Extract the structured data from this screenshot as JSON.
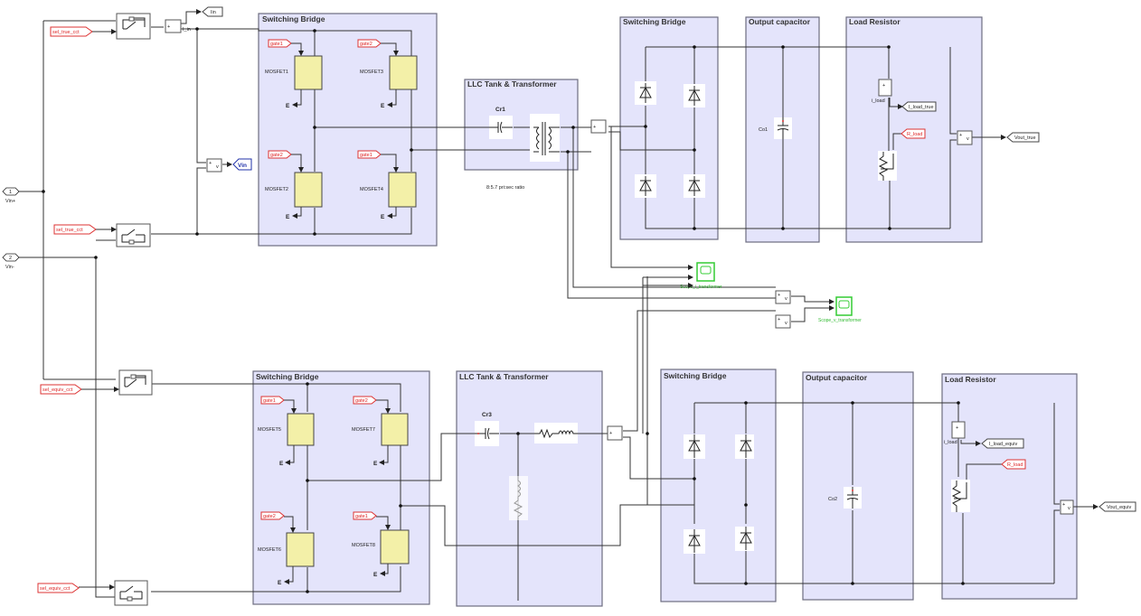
{
  "app": {
    "type": "Simulink model canvas"
  },
  "ports": {
    "in1": {
      "number": "1",
      "name": "Vin+"
    },
    "in2": {
      "number": "2",
      "name": "Vin-"
    }
  },
  "tags": {
    "sel_true_cct": "sel_true_cct",
    "sel_equiv_cct": "sel_equiv_cct",
    "gate1": "gate1",
    "gate2": "gate2",
    "r_load": "R_load",
    "iin": "Iin",
    "vin": "Vin",
    "i_load_true": "I_load_true",
    "vout_true": "Vout_true",
    "i_load_equiv": "I_load_equiv",
    "vout_equiv": "Vout_equiv",
    "e": "E"
  },
  "labels": {
    "i_in": "I_in",
    "i_load": "i_load",
    "ratio": "8:5.7 pri:sec ratio",
    "v": "v",
    "plus": "+",
    "minus": "-"
  },
  "top": {
    "switching_bridge": {
      "title": "Switching Bridge",
      "mosfets": [
        "MOSFET1",
        "MOSFET3",
        "MOSFET2",
        "MOSFET4"
      ]
    },
    "llc": {
      "title": "LLC Tank & Transformer",
      "capacitor": "Cr1"
    },
    "rect_bridge": {
      "title": "Switching Bridge"
    },
    "output_cap": {
      "title": "Output capacitor",
      "capacitor": "Co1"
    },
    "load": {
      "title": "Load Resistor"
    }
  },
  "bottom": {
    "switching_bridge": {
      "title": "Switching Bridge",
      "mosfets": [
        "MOSFET5",
        "MOSFET7",
        "MOSFET6",
        "MOSFET8"
      ]
    },
    "llc": {
      "title": "LLC Tank & Transformer",
      "capacitor": "Cr3"
    },
    "rect_bridge": {
      "title": "Switching Bridge"
    },
    "output_cap": {
      "title": "Output capacitor",
      "capacitor": "Co2"
    },
    "load": {
      "title": "Load Resistor"
    }
  },
  "scopes": {
    "i_transformer": "Scope_i_transformer",
    "v_transformer": "Scope_v_transformer"
  }
}
